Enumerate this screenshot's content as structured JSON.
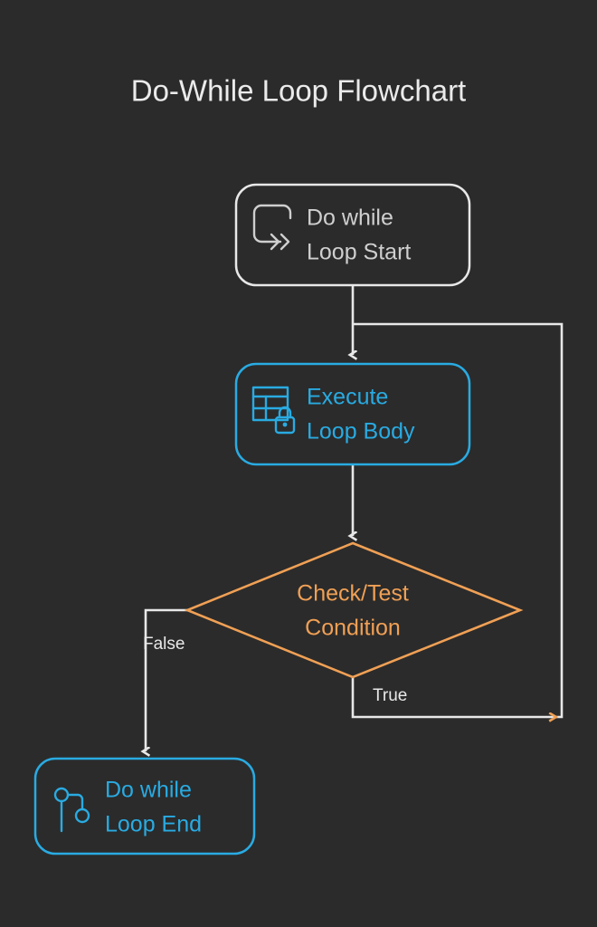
{
  "page": {
    "background_color": "#2b2b2b",
    "title": "Do-While Loop Flowchart",
    "title_color": "#ebebeb"
  },
  "palette": {
    "white": "#e8e8e8",
    "cyan": "#29abe2",
    "orange": "#f0a055",
    "background": "#2b2b2b"
  },
  "nodes": {
    "start": {
      "line1": "Do while",
      "line2": "Loop Start",
      "color": "#e8e8e8",
      "icon": "loop-start-icon",
      "shape": "rounded-rectangle"
    },
    "body": {
      "line1": "Execute",
      "line2": "Loop Body",
      "color": "#29abe2",
      "icon": "table-lock-icon",
      "shape": "rounded-rectangle"
    },
    "condition": {
      "line1": "Check/Test",
      "line2": "Condition",
      "color": "#f0a055",
      "shape": "diamond"
    },
    "end": {
      "line1": "Do while",
      "line2": "Loop End",
      "color": "#29abe2",
      "icon": "git-branch-icon",
      "shape": "rounded-rectangle"
    }
  },
  "edges": {
    "false_label": "False",
    "true_label": "True",
    "edge_color": "#e8e8e8"
  }
}
